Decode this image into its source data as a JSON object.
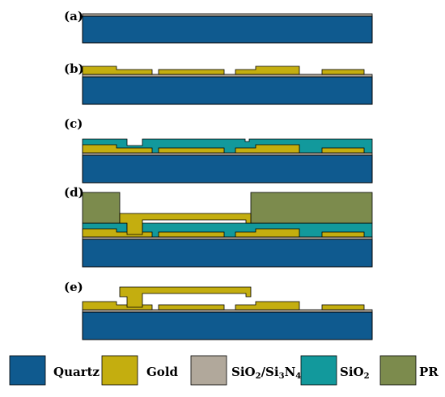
{
  "colors": {
    "quartz": "#0f5a8f",
    "gold": "#c4ae0f",
    "sio2_si3n4": "#b1a89b",
    "sio2": "#12999c",
    "pr": "#7c8b4d",
    "outline": "#000000"
  },
  "steps": [
    {
      "label": "(a)"
    },
    {
      "label": "(b)"
    },
    {
      "label": "(c)"
    },
    {
      "label": "(d)"
    },
    {
      "label": "(e)"
    }
  ],
  "legend": [
    {
      "key": "quartz",
      "label": "Quartz",
      "sub": ""
    },
    {
      "key": "gold",
      "label": "Gold",
      "sub": ""
    },
    {
      "key": "sio2_si3n4",
      "label": "SiO",
      "sub": "2",
      "label2": "/Si",
      "sub2": "3",
      "label3": "N",
      "sub3": "4"
    },
    {
      "key": "sio2",
      "label": "SiO",
      "sub": "2"
    },
    {
      "key": "pr",
      "label": "PR",
      "sub": ""
    }
  ]
}
